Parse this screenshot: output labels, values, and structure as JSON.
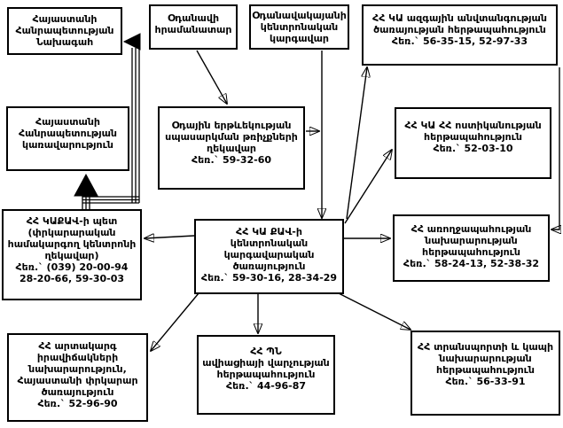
{
  "colors": {
    "line": "#000000",
    "box_border": "#000000",
    "box_bg": "#ffffff",
    "page_bg": "#ffffff"
  },
  "boxes": {
    "president": {
      "lines": [
        "Հայաստանի",
        "Հանրապետության",
        "Նախագահ"
      ]
    },
    "aircraft_commander": {
      "lines": [
        "Օդանավի",
        "հրամանատար"
      ]
    },
    "airport_dispatcher": {
      "lines": [
        "Օդանավակայանի",
        "կենտրոնական",
        "կարգավար"
      ]
    },
    "nss_duty": {
      "lines": [
        "ՀՀ ԿԱ ազգային անվտանգության",
        "ծառայության հերթապահություն",
        "Հեռ.` 56-35-15, 52-97-33"
      ]
    },
    "government": {
      "lines": [
        "Հայաստանի",
        "Հանրապետության",
        "կառավարություն"
      ]
    },
    "ats_manager": {
      "lines": [
        "Օդային երթևեկության",
        "սպասարկման թռիչքների",
        "ղեկավար",
        "Հեռ.` 59-32-60"
      ]
    },
    "police_duty": {
      "lines": [
        "ՀՀ ԿԱ ՀՀ ոստիկանության",
        "հերթապահություն",
        "Հեռ.` 52-03-10"
      ]
    },
    "gdca_chief": {
      "lines": [
        "ՀՀ ԿԱՔԱՎ-ի պետ",
        "(փրկարարական",
        "համակարգող կենտրոնի",
        "ղեկավար)",
        "Հեռ.` (039) 20-00-94",
        "28-20-66, 59-30-03"
      ]
    },
    "gdca_dispatch": {
      "lines": [
        "ՀՀ ԿԱ ՔԱՎ-ի",
        "կենտրոնական",
        "կարգավարական",
        "ծառայություն",
        "Հեռ.` 59-30-16, 28-34-29"
      ]
    },
    "health_duty": {
      "lines": [
        "ՀՀ առողջապահության",
        "նախարարության",
        "հերթապահություն",
        "Հեռ.` 58-24-13, 52-38-32"
      ]
    },
    "emergency_ministry": {
      "lines": [
        "ՀՀ արտակարգ",
        "իրավիճակների",
        "նախարարություն,",
        "Հայաստանի փրկարար",
        "ծառայություն",
        "Հեռ.` 52-96-90"
      ]
    },
    "mod_aviation_duty": {
      "lines": [
        "ՀՀ ՊՆ",
        "ավիացիայի վարչության",
        "հերթապահություն",
        "Հեռ.` 44-96-87"
      ]
    },
    "transport_duty": {
      "lines": [
        "ՀՀ տրանսպորտի և կապի",
        "նախարարության",
        "հերթապահություն",
        "Հեռ.` 56-33-91"
      ]
    }
  }
}
